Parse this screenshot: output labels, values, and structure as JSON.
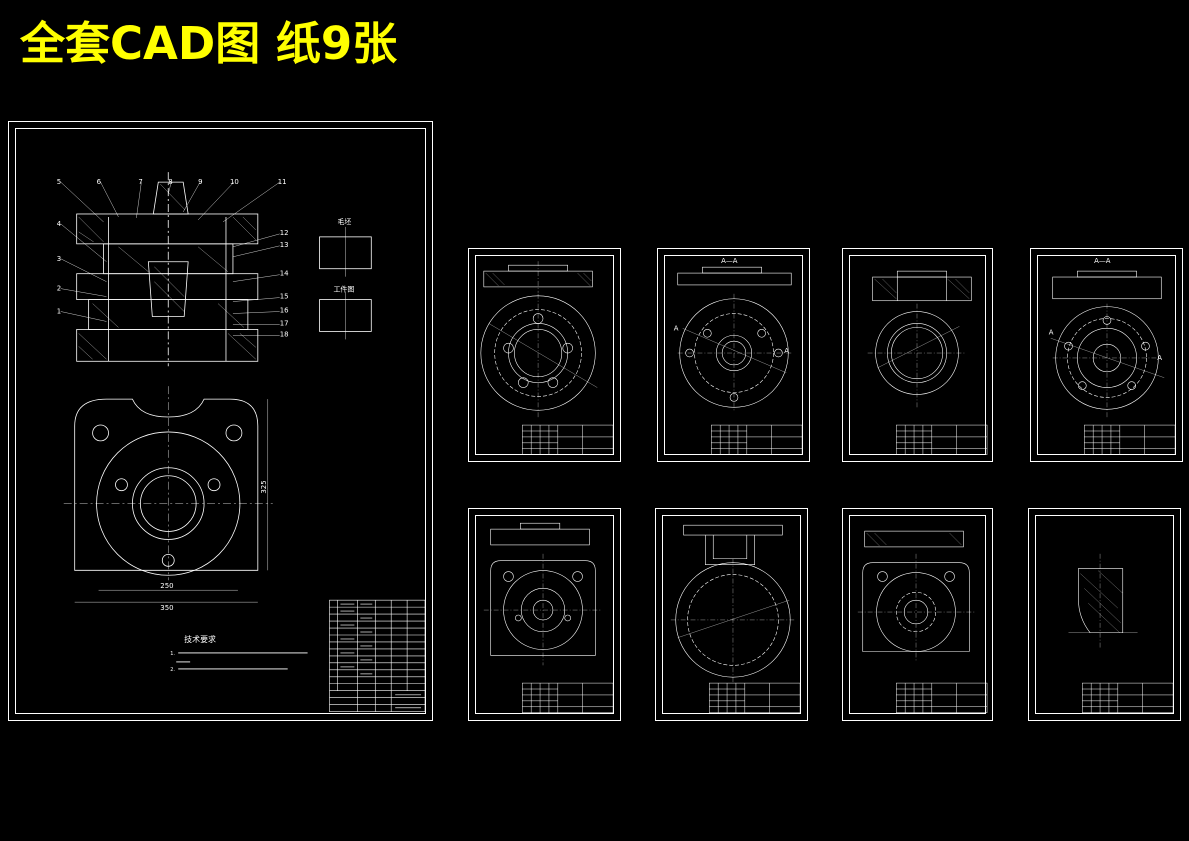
{
  "banner": {
    "title": "全套CAD图 纸9张"
  },
  "assembly": {
    "part_numbers": [
      "1",
      "2",
      "3",
      "4",
      "5",
      "6",
      "7",
      "8",
      "9",
      "10",
      "11",
      "12",
      "13",
      "14",
      "15",
      "16",
      "17",
      "18"
    ],
    "tech_title": "技术要求",
    "tech_notes": [
      "1.",
      "2."
    ],
    "blank_label": "毛坯",
    "workpiece_label": "工件图",
    "dim_width": "250",
    "dim_total": "350",
    "dim_height": "325"
  },
  "details": {
    "section_label": "A—A",
    "section_marker": "A"
  },
  "colors": {
    "background": "#000000",
    "banner": "#ffff00",
    "lines": "#ffffff",
    "centerline": "#ffffff"
  }
}
